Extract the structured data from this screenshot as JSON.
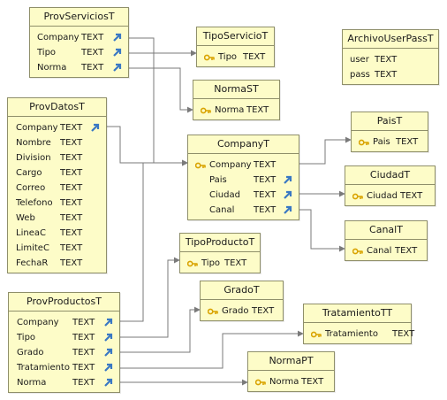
{
  "diagram": {
    "tables": [
      {
        "id": "ProvServiciosT",
        "title": "ProvServiciosT",
        "rows": [
          {
            "name": "Company",
            "type": "TEXT",
            "fk": true
          },
          {
            "name": "Tipo",
            "type": "TEXT",
            "fk": true
          },
          {
            "name": "Norma",
            "type": "TEXT",
            "fk": true
          }
        ]
      },
      {
        "id": "TipoServicioT",
        "title": "TipoServicioT",
        "rows": [
          {
            "name": "Tipo",
            "type": "TEXT",
            "pk": true
          }
        ]
      },
      {
        "id": "ArchivoUserPassT",
        "title": "ArchivoUserPassT",
        "rows": [
          {
            "name": "user",
            "type": "TEXT"
          },
          {
            "name": "pass",
            "type": "TEXT"
          }
        ]
      },
      {
        "id": "NormaST",
        "title": "NormaST",
        "rows": [
          {
            "name": "Norma",
            "type": "TEXT",
            "pk": true
          }
        ]
      },
      {
        "id": "ProvDatosT",
        "title": "ProvDatosT",
        "rows": [
          {
            "name": "Company",
            "type": "TEXT",
            "fk": true
          },
          {
            "name": "Nombre",
            "type": "TEXT"
          },
          {
            "name": "Division",
            "type": "TEXT"
          },
          {
            "name": "Cargo",
            "type": "TEXT"
          },
          {
            "name": "Correo",
            "type": "TEXT"
          },
          {
            "name": "Telefono",
            "type": "TEXT"
          },
          {
            "name": "Web",
            "type": "TEXT"
          },
          {
            "name": "LineaC",
            "type": "TEXT"
          },
          {
            "name": "LimiteC",
            "type": "TEXT"
          },
          {
            "name": "FechaR",
            "type": "TEXT"
          }
        ]
      },
      {
        "id": "PaisT",
        "title": "PaisT",
        "rows": [
          {
            "name": "Pais",
            "type": "TEXT",
            "pk": true
          }
        ]
      },
      {
        "id": "CompanyT",
        "title": "CompanyT",
        "rows": [
          {
            "name": "Company",
            "type": "TEXT",
            "pk": true
          },
          {
            "name": "Pais",
            "type": "TEXT",
            "fk": true
          },
          {
            "name": "Ciudad",
            "type": "TEXT",
            "fk": true
          },
          {
            "name": "Canal",
            "type": "TEXT",
            "fk": true
          }
        ]
      },
      {
        "id": "CiudadT",
        "title": "CiudadT",
        "rows": [
          {
            "name": "Ciudad",
            "type": "TEXT",
            "pk": true
          }
        ]
      },
      {
        "id": "CanalT",
        "title": "CanalT",
        "rows": [
          {
            "name": "Canal",
            "type": "TEXT",
            "pk": true
          }
        ]
      },
      {
        "id": "TipoProductoT",
        "title": "TipoProductoT",
        "rows": [
          {
            "name": "Tipo",
            "type": "TEXT",
            "pk": true
          }
        ]
      },
      {
        "id": "GradoT",
        "title": "GradoT",
        "rows": [
          {
            "name": "Grado",
            "type": "TEXT",
            "pk": true
          }
        ]
      },
      {
        "id": "ProvProductosT",
        "title": "ProvProductosT",
        "rows": [
          {
            "name": "Company",
            "type": "TEXT",
            "fk": true
          },
          {
            "name": "Tipo",
            "type": "TEXT",
            "fk": true
          },
          {
            "name": "Grado",
            "type": "TEXT",
            "fk": true
          },
          {
            "name": "Tratamiento",
            "type": "TEXT",
            "fk": true
          },
          {
            "name": "Norma",
            "type": "TEXT",
            "fk": true
          }
        ]
      },
      {
        "id": "TratamientoTT",
        "title": "TratamientoTT",
        "rows": [
          {
            "name": "Tratamiento",
            "type": "TEXT",
            "pk": true
          }
        ]
      },
      {
        "id": "NormaPT",
        "title": "NormaPT",
        "rows": [
          {
            "name": "Norma",
            "type": "TEXT",
            "pk": true
          }
        ]
      }
    ],
    "relations": [
      {
        "from": "ProvServiciosT.Company",
        "to": "CompanyT.Company"
      },
      {
        "from": "ProvServiciosT.Tipo",
        "to": "TipoServicioT.Tipo"
      },
      {
        "from": "ProvServiciosT.Norma",
        "to": "NormaST.Norma"
      },
      {
        "from": "ProvDatosT.Company",
        "to": "CompanyT.Company"
      },
      {
        "from": "CompanyT.Pais",
        "to": "PaisT.Pais"
      },
      {
        "from": "CompanyT.Ciudad",
        "to": "CiudadT.Ciudad"
      },
      {
        "from": "CompanyT.Canal",
        "to": "CanalT.Canal"
      },
      {
        "from": "ProvProductosT.Company",
        "to": "CompanyT.Company"
      },
      {
        "from": "ProvProductosT.Tipo",
        "to": "TipoProductoT.Tipo"
      },
      {
        "from": "ProvProductosT.Grado",
        "to": "GradoT.Grado"
      },
      {
        "from": "ProvProductosT.Tratamiento",
        "to": "TratamientoTT.Tratamiento"
      },
      {
        "from": "ProvProductosT.Norma",
        "to": "NormaPT.Norma"
      }
    ],
    "colors": {
      "table_fill": "#fdfcc8",
      "table_border": "#8f8f6a",
      "fk_arrow": "#3a78c3",
      "key": "#d9a300",
      "edge": "#7a7a7a"
    }
  }
}
